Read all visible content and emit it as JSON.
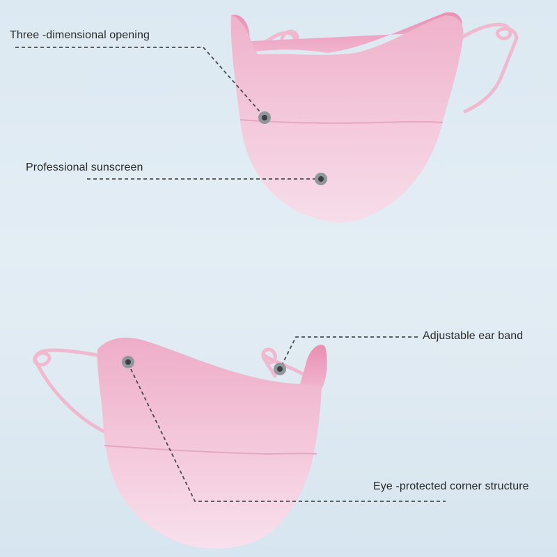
{
  "callouts": {
    "three_dimensional_opening": "Three -dimensional opening",
    "professional_sunscreen": "Professional sunscreen",
    "adjustable_ear_band": "Adjustable ear band",
    "eye_protected_corner": "Eye -protected corner structure"
  },
  "colors": {
    "background": "#dfeaf2",
    "mask_top": "#efb3cc",
    "mask_bottom": "#f6d9e7",
    "callout_line": "#4a4a4a",
    "callout_dot": "#555a5f"
  }
}
